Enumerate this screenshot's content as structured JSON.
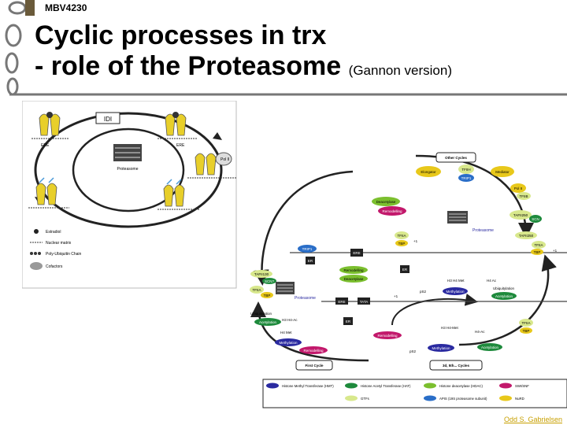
{
  "header": {
    "course_code": "MBV4230",
    "title_line1": "Cyclic processes in trx",
    "title_line2": "- role of the Proteasome",
    "title_note": "(Gannon version)"
  },
  "left_figure": {
    "top_label": "IDI",
    "ere_label": "ERE",
    "proteasome_label": "Proteasome",
    "pol2_label": "Pol II",
    "legend": [
      {
        "label": "Estradiol",
        "icon": "black-dot-icon"
      },
      {
        "label": "Nuclear matrix",
        "icon": "dash-line-icon"
      },
      {
        "label": "Poly-Ubiquitin Chain",
        "icon": "bead-chain-icon"
      },
      {
        "label": "Cofactors",
        "icon": "gray-blob-icon"
      }
    ]
  },
  "right_figure": {
    "top_labels": {
      "other_cycles": "Other Cycles",
      "elongator": "Elongator",
      "trip1": "TRIP1",
      "tfiih": "TFIIH",
      "mediator": "Mediator",
      "pol2": "Pol II",
      "tfiib": "TFIIB",
      "taf250": "TAFII250",
      "scn": "SCN",
      "deacetylase": "Deacetylase",
      "remodelling": "Remodelling",
      "proteasome": "Proteasome",
      "taf250b": "TAFII250",
      "tfiia": "TFIIA",
      "tbp": "TBP",
      "plus1": "+1"
    },
    "middle_labels": {
      "trip1": "TRIP1",
      "er": "ER",
      "ere": "ERE",
      "taf130": "TAFII130",
      "scn": "SCN?",
      "remodelling": "Remodelling",
      "deacetylase": "Deacetylase",
      "tfiia": "TFIIA",
      "tbp": "TBP",
      "proteasome": "Proteasome",
      "tata": "TATA",
      "ps2": "pS2",
      "h3_met": "H3 H4 Met",
      "h4_ac": "H4 Ac",
      "methylation": "Methylation",
      "ubiquitylation": "Ubiquitylation",
      "acetylation": "Acetylation",
      "tfiia_right": "TFIIA",
      "tbp_right": "TBP",
      "plus1": "+1"
    },
    "bottom_labels": {
      "ubiquitylation": "Ubiquitylation",
      "acetylation": "Acetylation",
      "h3_ac": "H3 H4-Ac",
      "h4_met": "H4 Met",
      "methylation": "Methylation",
      "remodelling": "Remodelling",
      "er": "ER",
      "h3_met": "H3 H4-Met",
      "ac": "H4-Ac",
      "tfiia": "TFIIA",
      "tbp": "TBP",
      "pol2_region": "pS2",
      "first_cycle": "First Cycle",
      "later_cycles": "3d, 5th... Cycles"
    },
    "legend": [
      {
        "label": "Histone Methyl Transferase\n(HMT)",
        "color": "#2a2aa0"
      },
      {
        "label": "Histone Acetyl Transferase\n(HAT)",
        "color": "#1e8a3c"
      },
      {
        "label": "Histone deacetylase\n(HDAC)",
        "color": "#7bbf2e"
      },
      {
        "label": "SWI/SNF",
        "color": "#c2186b"
      },
      {
        "label": "GTFs",
        "color": "#d8e88c"
      },
      {
        "label": "APIS\n(19S proteasome subunit)",
        "color": "#2a6ec8"
      },
      {
        "label": "NuRD",
        "color": "#e8c81a"
      }
    ]
  },
  "footer": {
    "author": "Odd S. Gabrielsen"
  },
  "colors": {
    "swi_snf": "#c2186b",
    "hat": "#1e8a3c",
    "hmt": "#2a2aa0",
    "hdac": "#7bbf2e",
    "gtf": "#d8e88c",
    "nurd": "#e8c81a",
    "apis": "#2a6ec8",
    "box": "#1a1a1a"
  }
}
